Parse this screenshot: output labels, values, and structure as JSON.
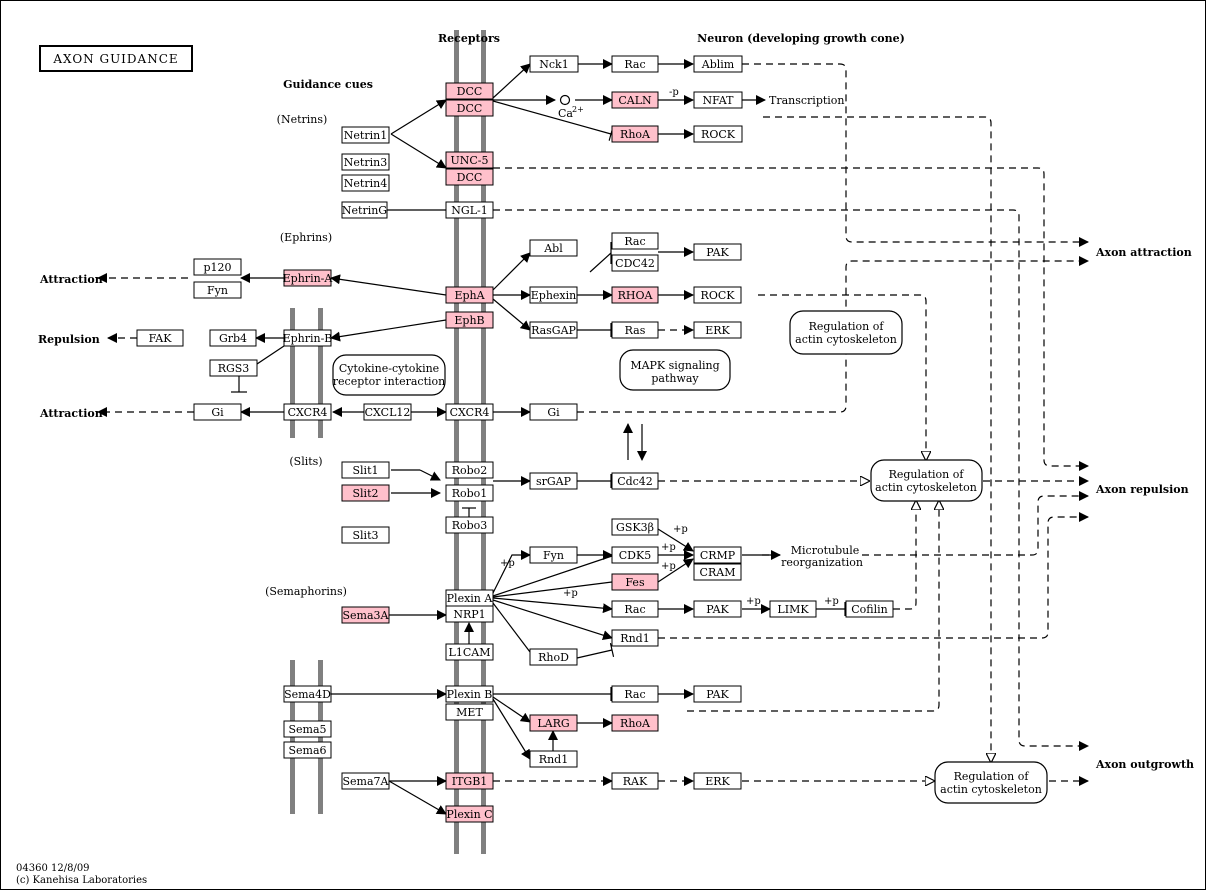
{
  "title": "AXON GUIDANCE",
  "headers": {
    "receptors": "Receptors",
    "neuron": "Neuron (developing growth cone)",
    "guidance_cues": "Guidance cues"
  },
  "groups": {
    "netrins": "(Netrins)",
    "ephrins": "(Ephrins)",
    "slits": "(Slits)",
    "semaphorins": "(Semaphorins)"
  },
  "outcomes": {
    "attraction_1": "Attraction",
    "repulsion": "Repulsion",
    "attraction_2": "Attraction",
    "axon_attraction": "Axon attraction",
    "axon_repulsion": "Axon repulsion",
    "axon_outgrowth": "Axon outgrowth"
  },
  "labels": {
    "ca": "Ca",
    "ca_sup": "2+",
    "transcription": "Transcription",
    "microtubule_1": "Microtubule",
    "microtubule_2": "reorganization",
    "minus_p": "-p",
    "plus_p": "+p"
  },
  "boxes": {
    "nck1": "Nck1",
    "rac_1": "Rac",
    "ablim": "Ablim",
    "caln": "CALN",
    "nfat": "NFAT",
    "rhoa_1": "RhoA",
    "rock_1": "ROCK",
    "dcc_1": "DCC",
    "dcc_2": "DCC",
    "unc5": "UNC-5",
    "dcc_3": "DCC",
    "netrin1": "Netrin1",
    "netrin3": "Netrin3",
    "netrin4": "Netrin4",
    "netring": "NetrinG",
    "ngl1": "NGL-1",
    "abl": "Abl",
    "rac_2": "Rac",
    "cdc42_1": "CDC42",
    "pak_1": "PAK",
    "p120": "p120",
    "fyn_1": "Fyn",
    "ephrina": "Ephrin-A",
    "epha": "EphA",
    "ephexin": "Ephexin",
    "rhoa_2": "RHOA",
    "rock_2": "ROCK",
    "ephb": "EphB",
    "rasgap": "RasGAP",
    "ras": "Ras",
    "erk_1": "ERK",
    "fak": "FAK",
    "grb4": "Grb4",
    "ephrinb": "Ephrin-B",
    "rgs3": "RGS3",
    "gi_1": "Gi",
    "cxcr4_1": "CXCR4",
    "cxcl12": "CXCL12",
    "cxcr4_2": "CXCR4",
    "gi_2": "Gi",
    "slit1": "Slit1",
    "slit2": "Slit2",
    "slit3": "Slit3",
    "robo2": "Robo2",
    "robo1": "Robo1",
    "robo3": "Robo3",
    "srgap": "srGAP",
    "cdc42_2": "Cdc42",
    "gsk3b": "GSK3β",
    "fyn_2": "Fyn",
    "cdk5": "CDK5",
    "crmp": "CRMP",
    "cram": "CRAM",
    "fes": "Fes",
    "rac_3": "Rac",
    "pak_2": "PAK",
    "limk": "LIMK",
    "cofilin": "Cofilin",
    "sema3a": "Sema3A",
    "plexina": "Plexin A",
    "nrp1": "NRP1",
    "rnd1_1": "Rnd1",
    "rhod": "RhoD",
    "l1cam": "L1CAM",
    "sema4d": "Sema4D",
    "plexinb": "Plexin B",
    "met": "MET",
    "rac_4": "Rac",
    "pak_3": "PAK",
    "larg": "LARG",
    "rhoa_3": "RhoA",
    "rnd1_2": "Rnd1",
    "sema5": "Sema5",
    "sema6": "Sema6",
    "sema7a": "Sema7A",
    "itgb1": "ITGB1",
    "plexinc": "Plexin C",
    "rak": "RAK",
    "erk_2": "ERK"
  },
  "pathways": {
    "cytokine_1": "Cytokine-cytokine",
    "cytokine_2": "receptor interaction",
    "mapk_1": "MAPK signaling",
    "mapk_2": "pathway",
    "reg1_1": "Regulation of",
    "reg1_2": "actin cytoskeleton",
    "reg2_1": "Regulation of",
    "reg2_2": "actin cytoskeleton",
    "reg3_1": "Regulation of",
    "reg3_2": "actin cytoskeleton"
  },
  "footer": {
    "line1": "04360 12/8/09",
    "line2": "(c) Kanehisa Laboratories"
  },
  "colors": {
    "highlight": "#ffc0cb",
    "membrane": "#808080",
    "line": "#000000"
  }
}
